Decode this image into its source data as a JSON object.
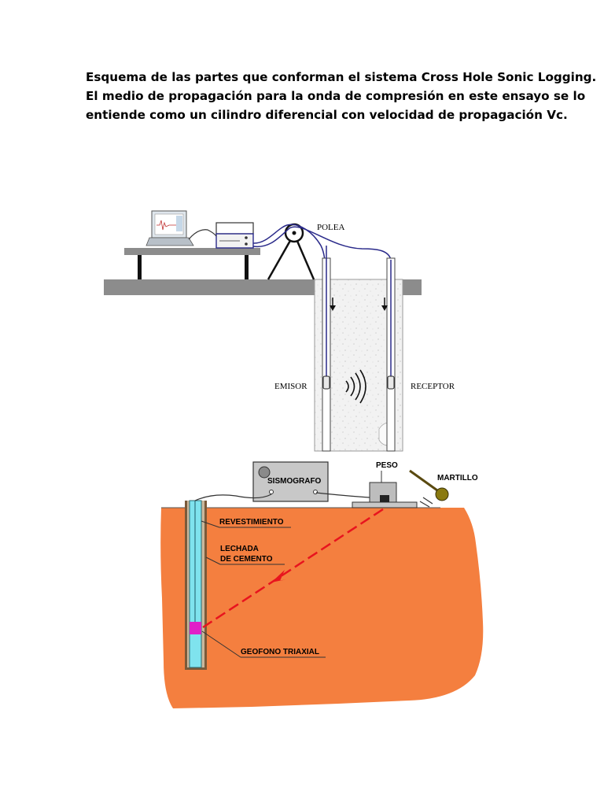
{
  "caption": {
    "line1": "Esquema de las partes que conforman el sistema Cross Hole Sonic Logging.",
    "line2": "El medio de propagación para la onda de compresión en este ensayo se lo",
    "line3": "entiende como un cilindro diferencial con velocidad de propagación Vc."
  },
  "crosshole": {
    "pulley_label": "POLEA",
    "emitter_label": "EMISOR",
    "receiver_label": "RECEPTOR"
  },
  "downhole": {
    "seismograph_label": "SISMOGRAFO",
    "weight_label": "PESO",
    "hammer_label": "MARTILLO",
    "casing_label": "REVESTIMIENTO",
    "grout_label_1": "LECHADA",
    "grout_label_2": "DE CEMENTO",
    "geophone_label": "GEOFONO TRIAXIAL"
  },
  "colors": {
    "soil": "#f47f3f",
    "ground": "#8c8c8c",
    "cable": "#2a2a8a",
    "wave_ray": "#e8141e",
    "casing": "#7fe3ee",
    "geophone": "#e020c8"
  }
}
